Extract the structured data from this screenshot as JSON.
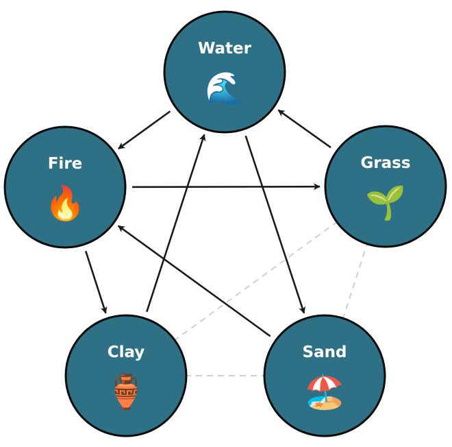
{
  "nodes": [
    {
      "id": "water",
      "label": "Water",
      "icon": "🌊",
      "icon_name": "water-wave-icon"
    },
    {
      "id": "fire",
      "label": "Fire",
      "icon": "🔥",
      "icon_name": "fire-icon"
    },
    {
      "id": "grass",
      "label": "Grass",
      "icon": "🌱",
      "icon_name": "seedling-icon"
    },
    {
      "id": "clay",
      "label": "Clay",
      "icon": "🏺",
      "icon_name": "amphora-icon"
    },
    {
      "id": "sand",
      "label": "Sand",
      "icon": "🏖️",
      "icon_name": "beach-umbrella-icon"
    }
  ],
  "edges": [
    {
      "from": "water",
      "to": "fire",
      "style": "solid"
    },
    {
      "from": "fire",
      "to": "grass",
      "style": "solid"
    },
    {
      "from": "grass",
      "to": "water",
      "style": "solid"
    },
    {
      "from": "water",
      "to": "sand",
      "style": "solid"
    },
    {
      "from": "fire",
      "to": "clay",
      "style": "solid"
    },
    {
      "from": "clay",
      "to": "water",
      "style": "solid"
    },
    {
      "from": "sand",
      "to": "fire",
      "style": "solid"
    },
    {
      "from": "clay",
      "to": "grass",
      "style": "dashed"
    },
    {
      "from": "clay",
      "to": "sand",
      "style": "dashed"
    },
    {
      "from": "sand",
      "to": "grass",
      "style": "dashed"
    }
  ],
  "colors": {
    "node_fill": "#2e7187",
    "node_border": "#0b0b0b",
    "arrow": "#1a1a1a",
    "dashed_link": "#cfcfcf",
    "label_text": "#ffffff"
  }
}
